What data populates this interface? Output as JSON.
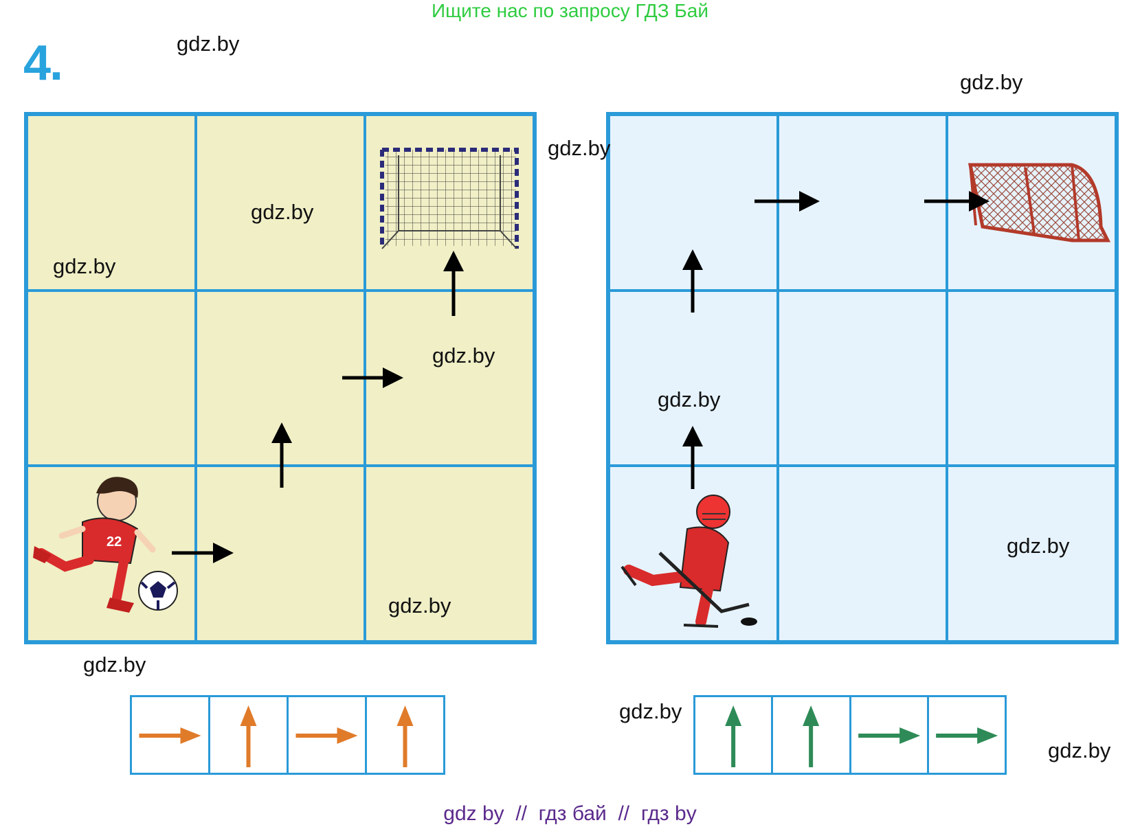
{
  "banner": "Ищите нас по запросу ГДЗ Бай",
  "task_number": "4.",
  "watermarks": {
    "w1": "gdz.by",
    "w2": "gdz.by",
    "w3": "gdz.by",
    "w4": "gdz.by",
    "w5": "gdz.by",
    "w6": "gdz.by",
    "w7": "gdz.by",
    "w8": "gdz.by",
    "w9": "gdz.by",
    "w10": "gdz.by",
    "w11": "gdz.by",
    "w12": "gdz.by"
  },
  "left_puzzle": {
    "theme": "football field",
    "start_icon": "football-player-icon",
    "goal_icon": "football-goal-icon",
    "path": [
      "right",
      "up",
      "right",
      "up"
    ],
    "answer_strip": [
      "right",
      "up",
      "right",
      "up"
    ],
    "colors": {
      "field": "#f0efc6",
      "arrow": "#e07b2a"
    }
  },
  "right_puzzle": {
    "theme": "ice rink",
    "start_icon": "hockey-player-icon",
    "goal_icon": "hockey-goal-icon",
    "path": [
      "up",
      "up",
      "right",
      "right"
    ],
    "answer_strip": [
      "up",
      "up",
      "right",
      "right"
    ],
    "colors": {
      "ice": "#e6f3fd",
      "arrow": "#2e8b57"
    }
  },
  "colors": {
    "grid_line": "#2a9ad8",
    "banner": "#2ecc40",
    "footer": "#5b2a8c"
  },
  "footer": "gdz by  //  гдз бай  //  гдз by"
}
